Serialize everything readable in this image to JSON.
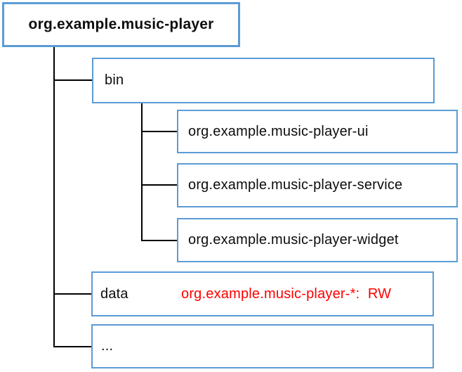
{
  "diagram": {
    "root": {
      "label": "org.example.music-player"
    },
    "bin": {
      "label": "bin"
    },
    "bin_children": [
      {
        "label": "org.example.music-player-ui"
      },
      {
        "label": "org.example.music-player-service"
      },
      {
        "label": "org.example.music-player-widget"
      }
    ],
    "data_dir": {
      "label": "data",
      "annotation": "org.example.music-player-*:  RW"
    },
    "more": {
      "label": "..."
    }
  },
  "colors": {
    "box_border": "#5B9BD5",
    "connector_line": "#000000",
    "annotation_text": "#FF0000",
    "label_text": "#000000",
    "background": "#FFFFFF"
  }
}
